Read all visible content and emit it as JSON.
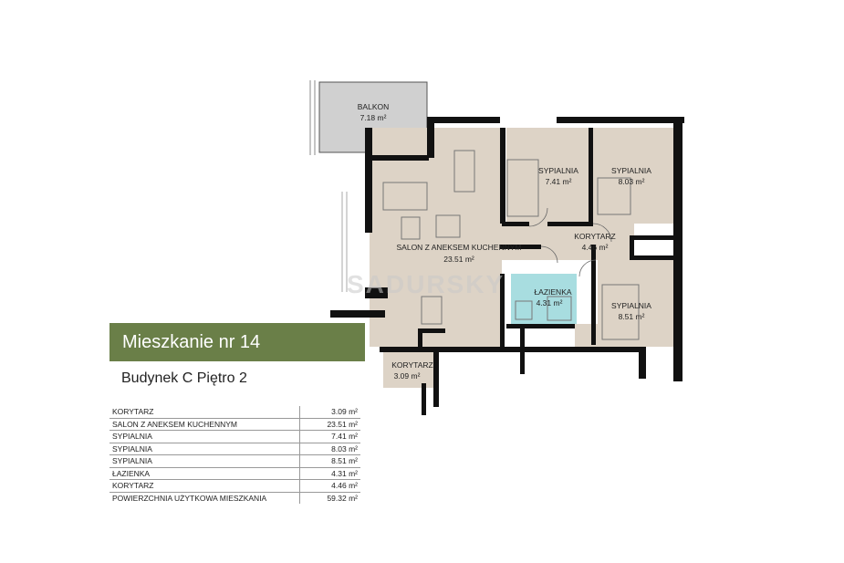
{
  "banner": {
    "title": "Mieszkanie nr 14"
  },
  "subtitle": "Budynek C Piętro 2",
  "watermark": "SADURSKY",
  "colors": {
    "banner_bg": "#6a7f48",
    "floor": "#ddd3c6",
    "bathroom": "#a8dde0",
    "balcony": "#d0d0d0",
    "walls": "#111111"
  },
  "rooms": {
    "balkon": {
      "name": "BALKON",
      "area": "7.18 m²"
    },
    "salon": {
      "name": "SALON Z ANEKSEM KUCHENNYM",
      "area": "23.51 m²"
    },
    "sypialnia1": {
      "name": "SYPIALNIA",
      "area": "7.41 m²"
    },
    "sypialnia2": {
      "name": "SYPIALNIA",
      "area": "8.03 m²"
    },
    "sypialnia3": {
      "name": "SYPIALNIA",
      "area": "8.51 m²"
    },
    "korytarz_top": {
      "name": "KORYTARZ",
      "area": "4.46 m²"
    },
    "lazienka": {
      "name": "ŁAZIENKA",
      "area": "4.31 m²"
    },
    "korytarz_bottom": {
      "name": "KORYTARZ",
      "area": "3.09 m²"
    }
  },
  "area_table": [
    {
      "name": "KORYTARZ",
      "area": "3.09 m²"
    },
    {
      "name": "SALON Z ANEKSEM KUCHENNYM",
      "area": "23.51 m²"
    },
    {
      "name": "SYPIALNIA",
      "area": "7.41 m²"
    },
    {
      "name": "SYPIALNIA",
      "area": "8.03 m²"
    },
    {
      "name": "SYPIALNIA",
      "area": "8.51 m²"
    },
    {
      "name": "ŁAZIENKA",
      "area": "4.31 m²"
    },
    {
      "name": "KORYTARZ",
      "area": "4.46 m²"
    },
    {
      "name": "POWIERZCHNIA UŻYTKOWA MIESZKANIA",
      "area": "59.32 m²"
    }
  ]
}
